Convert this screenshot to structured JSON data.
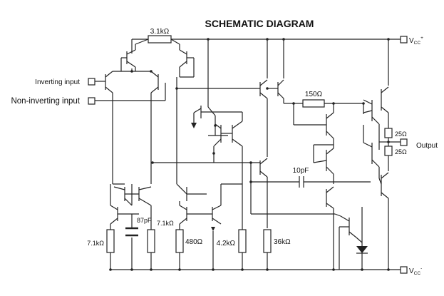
{
  "title": "SCHEMATIC DIAGRAM",
  "pins": {
    "inverting_input": "Inverting input",
    "non_inverting_input": "Non-inverting input",
    "output": "Output",
    "vcc_plus_main": "V",
    "vcc_plus_sub": "CC",
    "vcc_plus_sup": "+",
    "vcc_minus_main": "V",
    "vcc_minus_sub": "CC",
    "vcc_minus_sup": "-"
  },
  "components": {
    "r_top": "3.1kΩ",
    "r_150": "150Ω",
    "r_25_top": "25Ω",
    "r_25_bot": "25Ω",
    "r_7k1_left": "7.1kΩ",
    "r_7k1_right": "7.1kΩ",
    "c_87p": "87pF",
    "r_480": "480Ω",
    "r_4k2": "4.2kΩ",
    "r_36k": "36kΩ",
    "c_10p": "10pF"
  }
}
